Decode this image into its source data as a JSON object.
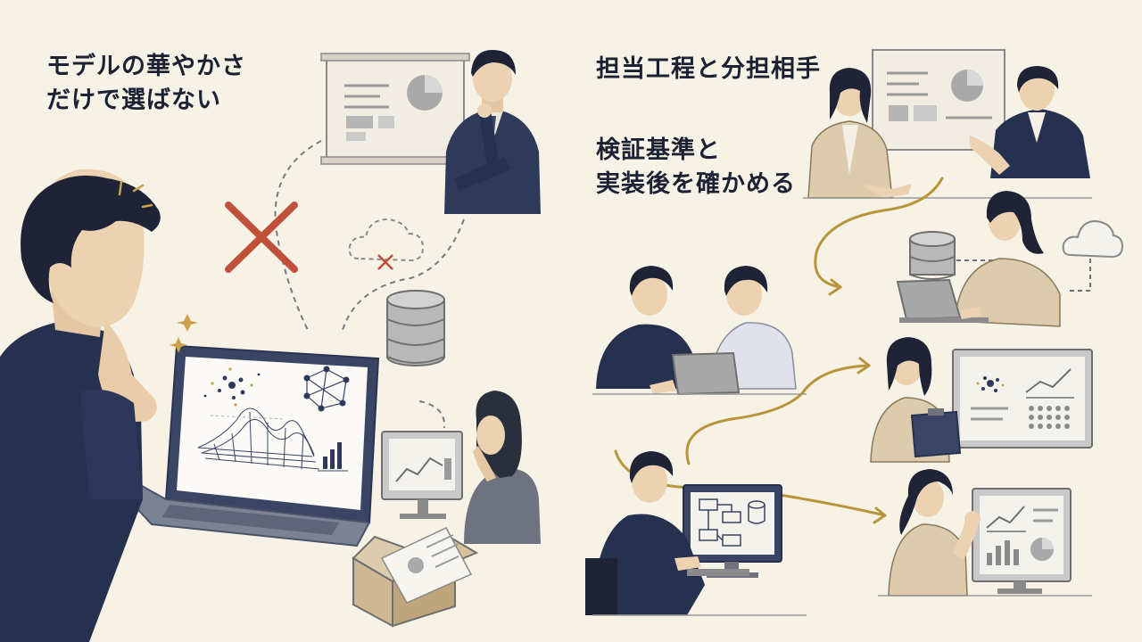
{
  "left_panel": {
    "caption_lines": [
      "モデルの華やかさ",
      "だけで選ばない"
    ]
  },
  "right_panel": {
    "caption_1_lines": [
      "担当工程と分担相手"
    ],
    "caption_2_lines": [
      "検証基準と",
      "実装後を確かめる"
    ]
  },
  "colors": {
    "background": "#f7f2e6",
    "navy": "#26314f",
    "gold_arrow": "#b8953a",
    "red_cross": "#c0503a",
    "beige_jacket": "#dccbac"
  }
}
